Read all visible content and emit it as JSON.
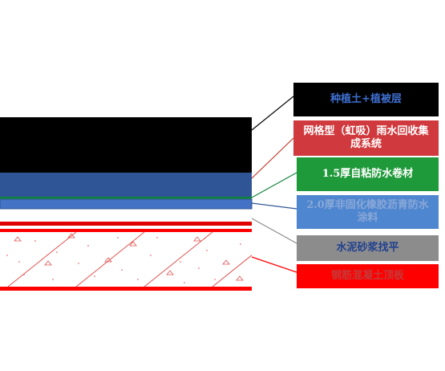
{
  "labels": {
    "soil": "种植土+植被层",
    "drainage": "网格型（虹吸）雨水回收集成系统",
    "membrane": "1.5厚自粘防水卷材",
    "coating": "2.0厚非固化橡胶沥青防水涂料",
    "screed": "水泥砂浆找平",
    "slab": "钢筋混凝土顶板"
  },
  "colors": {
    "soil": "#000000",
    "drainage": "#2f5597",
    "membrane": "#10843a",
    "coating": "#4472c4",
    "screed": "#e00000",
    "slab_border": "#ff0000",
    "soil_box": "#000000",
    "drainage_box": "#d03a3e",
    "membrane_box": "#1f9a3a",
    "coating_box": "#4e86cf",
    "screed_box": "#8c8c8c",
    "slab_box": "#ff0000"
  }
}
